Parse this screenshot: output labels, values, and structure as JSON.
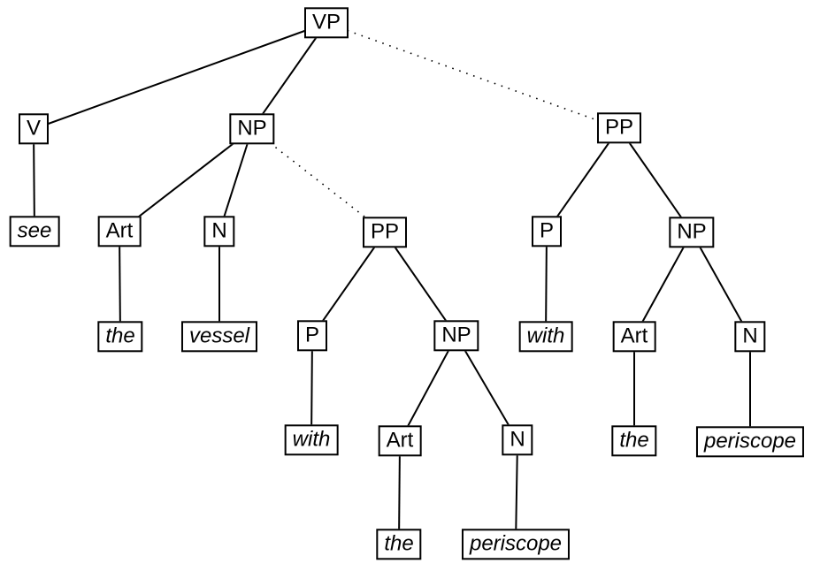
{
  "figure": {
    "kind": "syntax-parse-tree",
    "background_color": "#ffffff",
    "line_color": "#000000",
    "nodes": [
      {
        "id": "vp",
        "label": "VP",
        "type": "category"
      },
      {
        "id": "v",
        "label": "V",
        "type": "category"
      },
      {
        "id": "np-object",
        "label": "NP",
        "type": "category"
      },
      {
        "id": "pp-right",
        "label": "PP",
        "type": "category"
      },
      {
        "id": "see",
        "label": "see",
        "type": "word"
      },
      {
        "id": "art-1",
        "label": "Art",
        "type": "category"
      },
      {
        "id": "n-1",
        "label": "N",
        "type": "category"
      },
      {
        "id": "pp-mid",
        "label": "PP",
        "type": "category"
      },
      {
        "id": "p-right",
        "label": "P",
        "type": "category"
      },
      {
        "id": "np-right",
        "label": "NP",
        "type": "category"
      },
      {
        "id": "the-1",
        "label": "the",
        "type": "word"
      },
      {
        "id": "vessel",
        "label": "vessel",
        "type": "word"
      },
      {
        "id": "p-mid",
        "label": "P",
        "type": "category"
      },
      {
        "id": "np-mid",
        "label": "NP",
        "type": "category"
      },
      {
        "id": "with-right",
        "label": "with",
        "type": "word"
      },
      {
        "id": "art-right",
        "label": "Art",
        "type": "category"
      },
      {
        "id": "n-right",
        "label": "N",
        "type": "category"
      },
      {
        "id": "with-mid",
        "label": "with",
        "type": "word"
      },
      {
        "id": "art-mid",
        "label": "Art",
        "type": "category"
      },
      {
        "id": "n-mid",
        "label": "N",
        "type": "category"
      },
      {
        "id": "the-right",
        "label": "the",
        "type": "word"
      },
      {
        "id": "periscope-right",
        "label": "periscope",
        "type": "word"
      },
      {
        "id": "the-mid",
        "label": "the",
        "type": "word"
      },
      {
        "id": "periscope-mid",
        "label": "periscope",
        "type": "word"
      }
    ],
    "edges": [
      {
        "from": "vp",
        "to": "v",
        "style": "solid"
      },
      {
        "from": "vp",
        "to": "np-object",
        "style": "solid"
      },
      {
        "from": "vp",
        "to": "pp-right",
        "style": "dotted"
      },
      {
        "from": "v",
        "to": "see",
        "style": "solid"
      },
      {
        "from": "np-object",
        "to": "art-1",
        "style": "solid"
      },
      {
        "from": "np-object",
        "to": "n-1",
        "style": "solid"
      },
      {
        "from": "np-object",
        "to": "pp-mid",
        "style": "dotted"
      },
      {
        "from": "art-1",
        "to": "the-1",
        "style": "solid"
      },
      {
        "from": "n-1",
        "to": "vessel",
        "style": "solid"
      },
      {
        "from": "pp-mid",
        "to": "p-mid",
        "style": "solid"
      },
      {
        "from": "pp-mid",
        "to": "np-mid",
        "style": "solid"
      },
      {
        "from": "p-mid",
        "to": "with-mid",
        "style": "solid"
      },
      {
        "from": "np-mid",
        "to": "art-mid",
        "style": "solid"
      },
      {
        "from": "np-mid",
        "to": "n-mid",
        "style": "solid"
      },
      {
        "from": "art-mid",
        "to": "the-mid",
        "style": "solid"
      },
      {
        "from": "n-mid",
        "to": "periscope-mid",
        "style": "solid"
      },
      {
        "from": "pp-right",
        "to": "p-right",
        "style": "solid"
      },
      {
        "from": "pp-right",
        "to": "np-right",
        "style": "solid"
      },
      {
        "from": "p-right",
        "to": "with-right",
        "style": "solid"
      },
      {
        "from": "np-right",
        "to": "art-right",
        "style": "solid"
      },
      {
        "from": "np-right",
        "to": "n-right",
        "style": "solid"
      },
      {
        "from": "art-right",
        "to": "the-right",
        "style": "solid"
      },
      {
        "from": "n-right",
        "to": "periscope-right",
        "style": "solid"
      }
    ]
  }
}
